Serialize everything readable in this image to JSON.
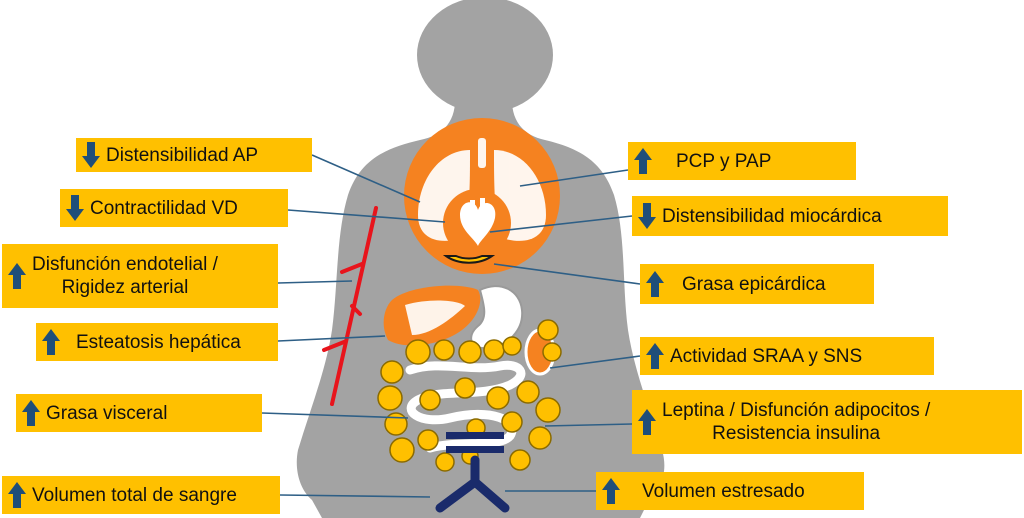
{
  "colors": {
    "box": "#ffc000",
    "silhouette": "#a3a3a3",
    "organ_orange": "#f58220",
    "arrow_blue": "#1f4e79",
    "leader_line": "#2e5f86",
    "artery": "#e8141c",
    "fat": "#e0c22b",
    "vein": "#1a2b6b"
  },
  "labels": {
    "distensibilidad_ap": {
      "direction": "down",
      "text": "Distensibilidad  AP"
    },
    "contractilidad_vd": {
      "direction": "down",
      "text": "Contractilidad VD"
    },
    "disfuncion_endotelial": {
      "direction": "up",
      "line1": "Disfunción endotelial /",
      "line2": "Rigidez arterial"
    },
    "esteatosis": {
      "direction": "up",
      "text": "Esteatosis hepática"
    },
    "grasa_visceral": {
      "direction": "up",
      "text": "Grasa visceral"
    },
    "volumen_total": {
      "direction": "up",
      "text": "Volumen total de sangre"
    },
    "pcp_pap": {
      "direction": "up",
      "text": "PCP y PAP"
    },
    "distensibilidad_miocardica": {
      "direction": "down",
      "text": "Distensibilidad miocárdica"
    },
    "grasa_epicardica": {
      "direction": "up",
      "text": "Grasa epicárdica"
    },
    "actividad_sraa": {
      "direction": "up",
      "text": "Actividad SRAA y SNS"
    },
    "leptina": {
      "direction": "up",
      "line1": "Leptina / Disfunción adipocitos /",
      "line2": "Resistencia insulina"
    },
    "volumen_estresado": {
      "direction": "up",
      "text": "Volumen estresado"
    }
  }
}
